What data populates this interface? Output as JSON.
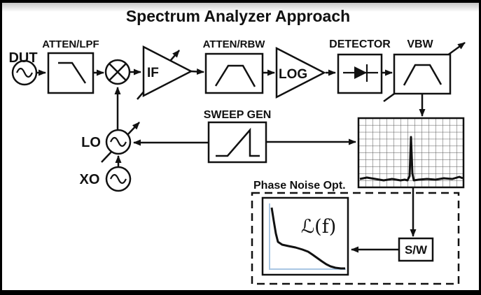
{
  "title": "Spectrum Analyzer Approach",
  "labels": {
    "dut": "DUT",
    "atten_lpf": "ATTEN/LPF",
    "if_amp": "IF",
    "atten_rbw": "ATTEN/RBW",
    "log_amp": "LOG",
    "detector": "DETECTOR",
    "vbw": "VBW",
    "sweep_gen": "SWEEP GEN",
    "lo": "LO",
    "xo": "XO",
    "sw": "S/W",
    "phase_noise_title": "Phase Noise Opt.",
    "phase_noise_plot": "ℒ(f)"
  },
  "colors": {
    "line": "#111111",
    "background": "#ffffff",
    "plot_axes_blue": "#a9c6e3",
    "grid_line": "#555555",
    "border": "#000000"
  }
}
